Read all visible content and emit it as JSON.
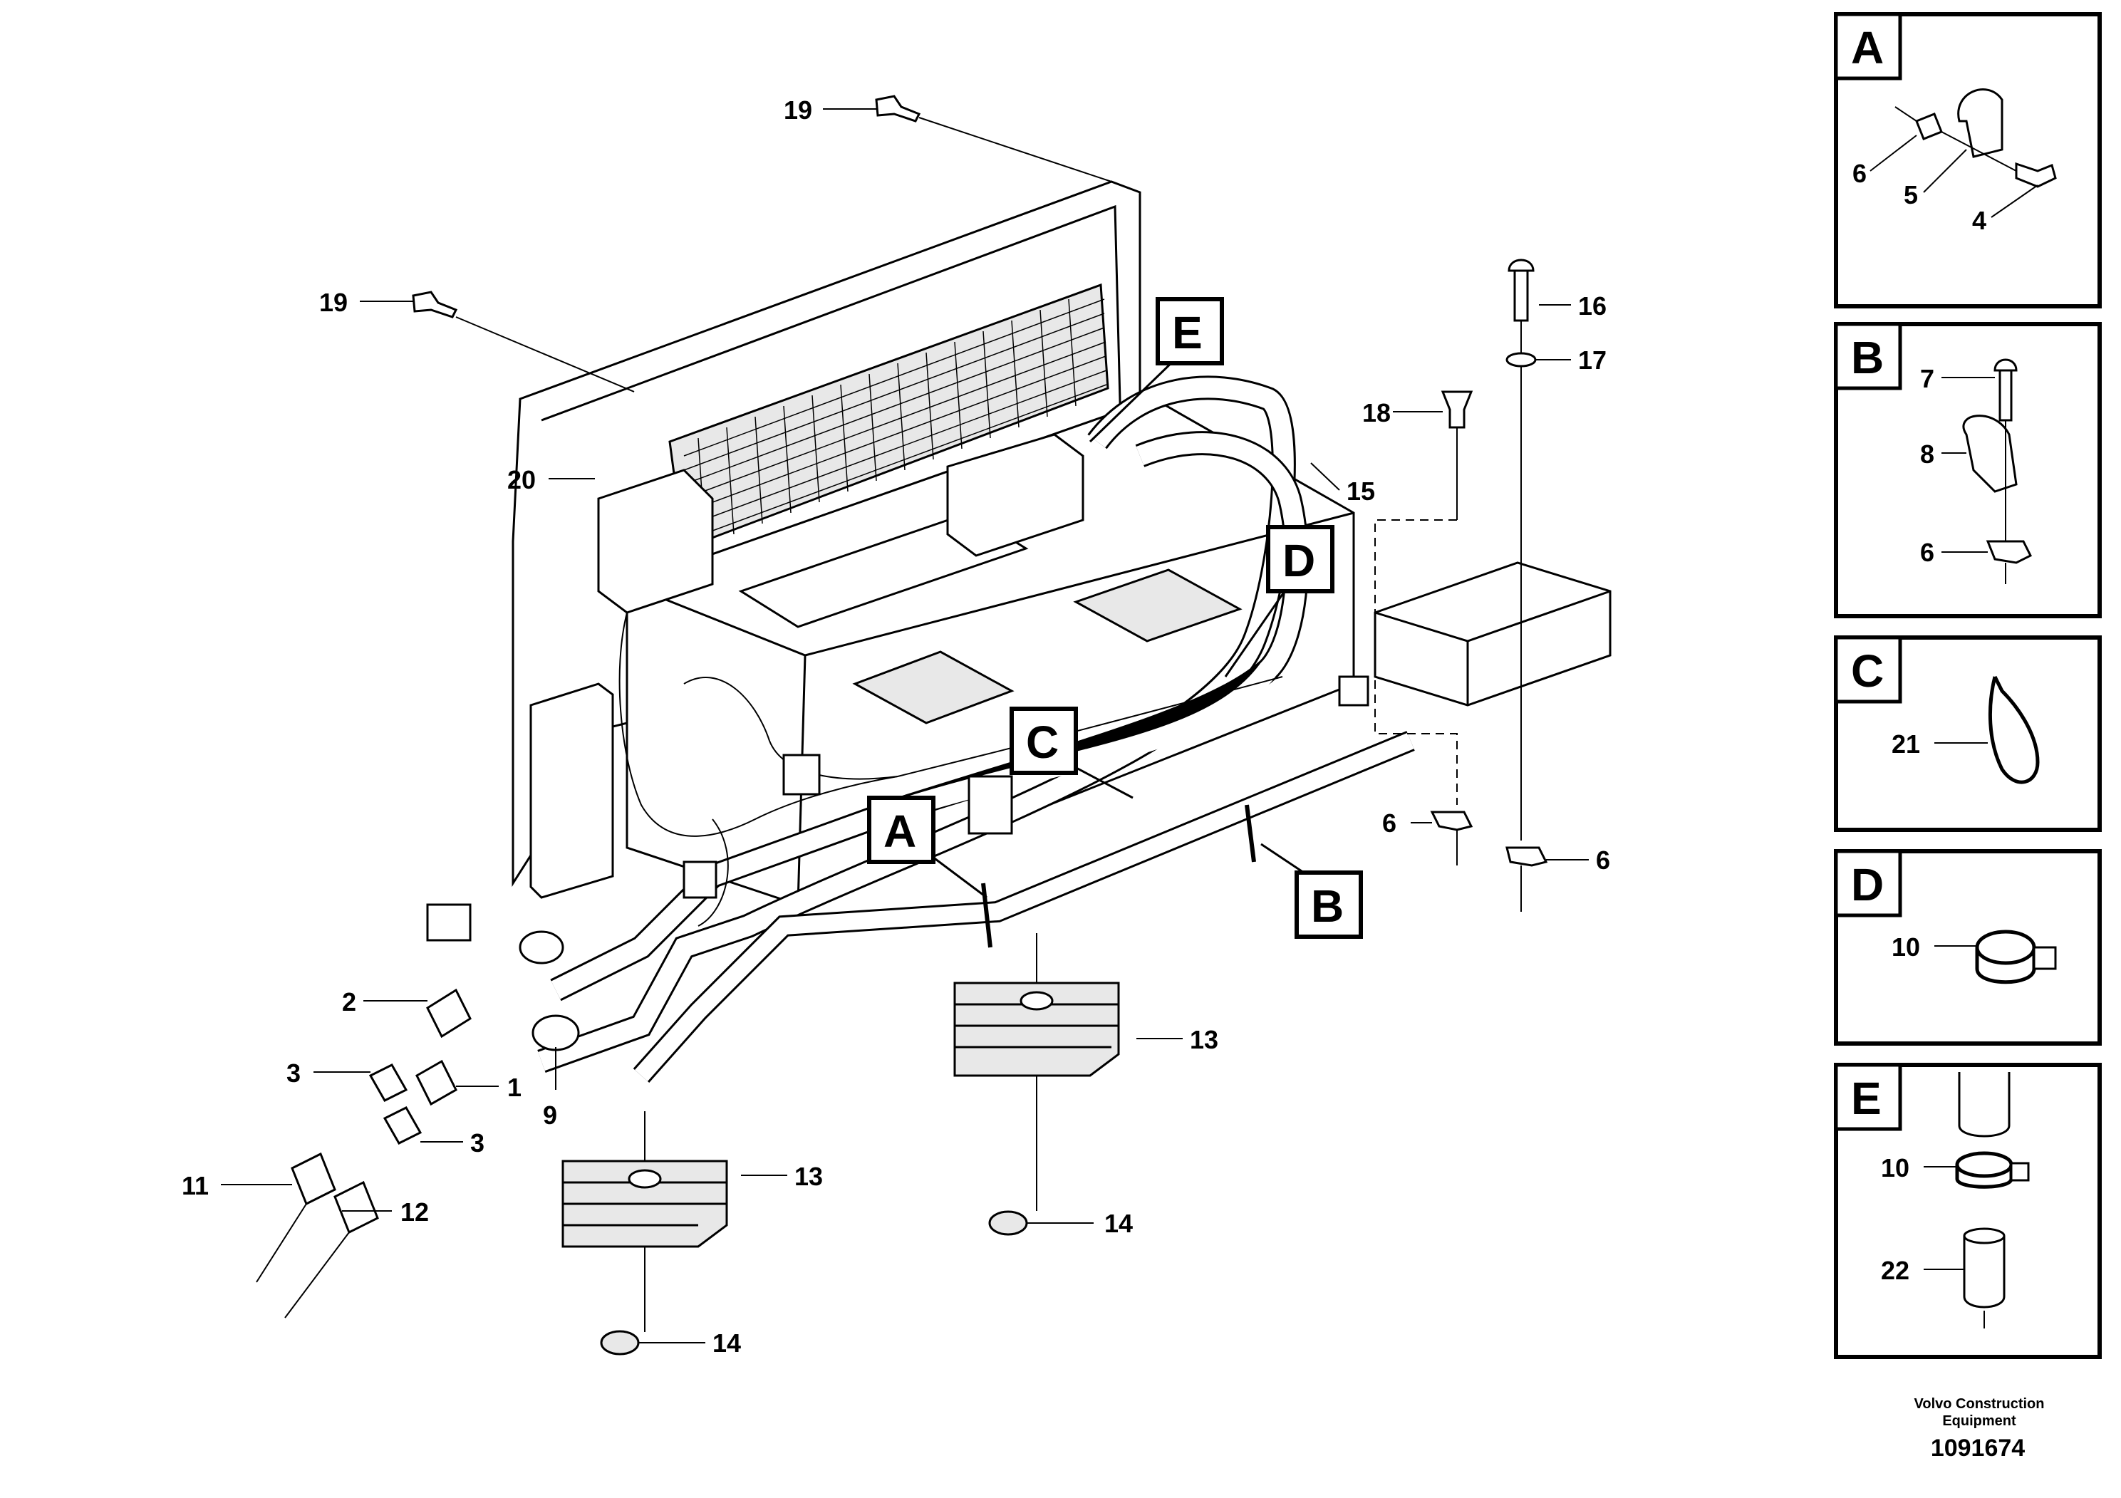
{
  "callouts": {
    "n1": "1",
    "n2": "2",
    "n3a": "3",
    "n3b": "3",
    "n9": "9",
    "n11": "11",
    "n12": "12",
    "n13a": "13",
    "n13b": "13",
    "n14a": "14",
    "n14b": "14",
    "n15": "15",
    "n16": "16",
    "n17": "17",
    "n18": "18",
    "n19a": "19",
    "n19b": "19",
    "n20": "20",
    "n6a": "6",
    "n6b": "6"
  },
  "detail_boxes": {
    "A": "A",
    "B": "B",
    "C": "C",
    "D": "D",
    "E": "E"
  },
  "panels": {
    "A": {
      "title": "A",
      "labels": [
        "6",
        "5",
        "4"
      ]
    },
    "B": {
      "title": "B",
      "labels": [
        "7",
        "8",
        "6"
      ]
    },
    "C": {
      "title": "C",
      "labels": [
        "21"
      ]
    },
    "D": {
      "title": "D",
      "labels": [
        "10"
      ]
    },
    "E": {
      "title": "E",
      "labels": [
        "10",
        "22"
      ]
    }
  },
  "footer": {
    "company_line1": "Volvo Construction",
    "company_line2": "Equipment",
    "document_number": "1091674"
  }
}
